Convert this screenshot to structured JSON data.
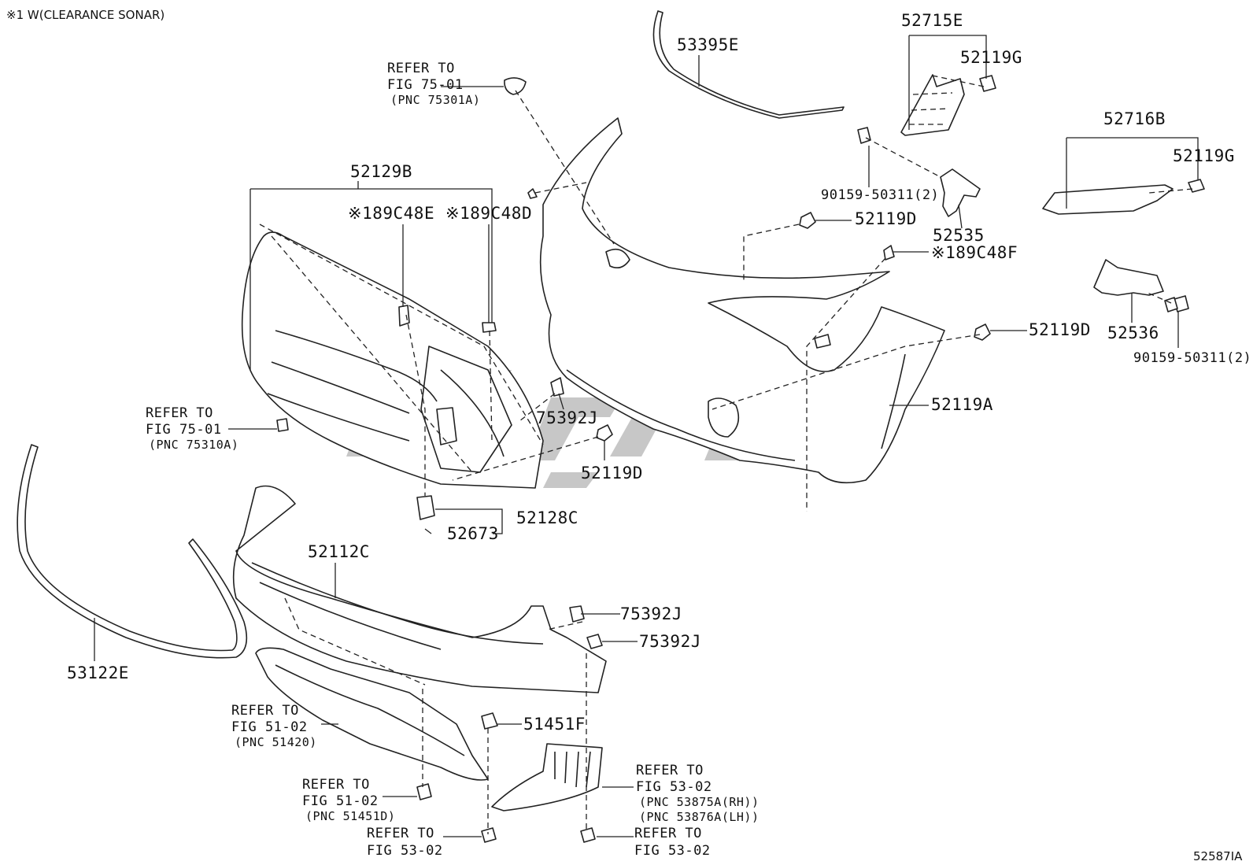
{
  "header_note": "※1 W(CLEARANCE SONAR)",
  "figure_id": "52587IA",
  "labels": {
    "p53395E": "53395E",
    "p52715E": "52715E",
    "p52119G_top": "52119G",
    "p52716B": "52716B",
    "p52119G_right": "52119G",
    "p90159_top": "90159-50311(2)",
    "p52535": "52535",
    "p52119D_1": "52119D",
    "p189C48F": "※189C48F",
    "p52536": "52536",
    "p52119D_2": "52119D",
    "p90159_right": "90159-50311(2)",
    "p52119A": "52119A",
    "p52129B": "52129B",
    "p189C48E": "※189C48E",
    "p189C48D": "※189C48D",
    "p75392J_1": "75392J",
    "p52119D_3": "52119D",
    "p52128C": "52128C",
    "p52673": "52673",
    "p52112C": "52112C",
    "p53122E": "53122E",
    "p75392J_2": "75392J",
    "p75392J_3": "75392J",
    "p51451F": "51451F"
  },
  "refs": {
    "emblem": [
      "REFER TO",
      "FIG 75-01",
      "(PNC 75301A)"
    ],
    "grille_emblem": [
      "REFER TO",
      "FIG 75-01",
      "(PNC 75310A)"
    ],
    "under_cover": [
      "REFER TO",
      "FIG 51-02",
      "(PNC 51420)"
    ],
    "under_bolt": [
      "REFER TO",
      "FIG 51-02",
      "(PNC 51451D)"
    ],
    "bottom_clip": [
      "REFER TO",
      "FIG 53-02"
    ],
    "splash_shield": [
      "REFER TO",
      "FIG 53-02",
      "(PNC 53875A(RH))",
      "(PNC 53876A(LH))"
    ],
    "shield_clip": [
      "REFER TO",
      "FIG 53-02"
    ]
  },
  "watermark": "CJ-PC"
}
